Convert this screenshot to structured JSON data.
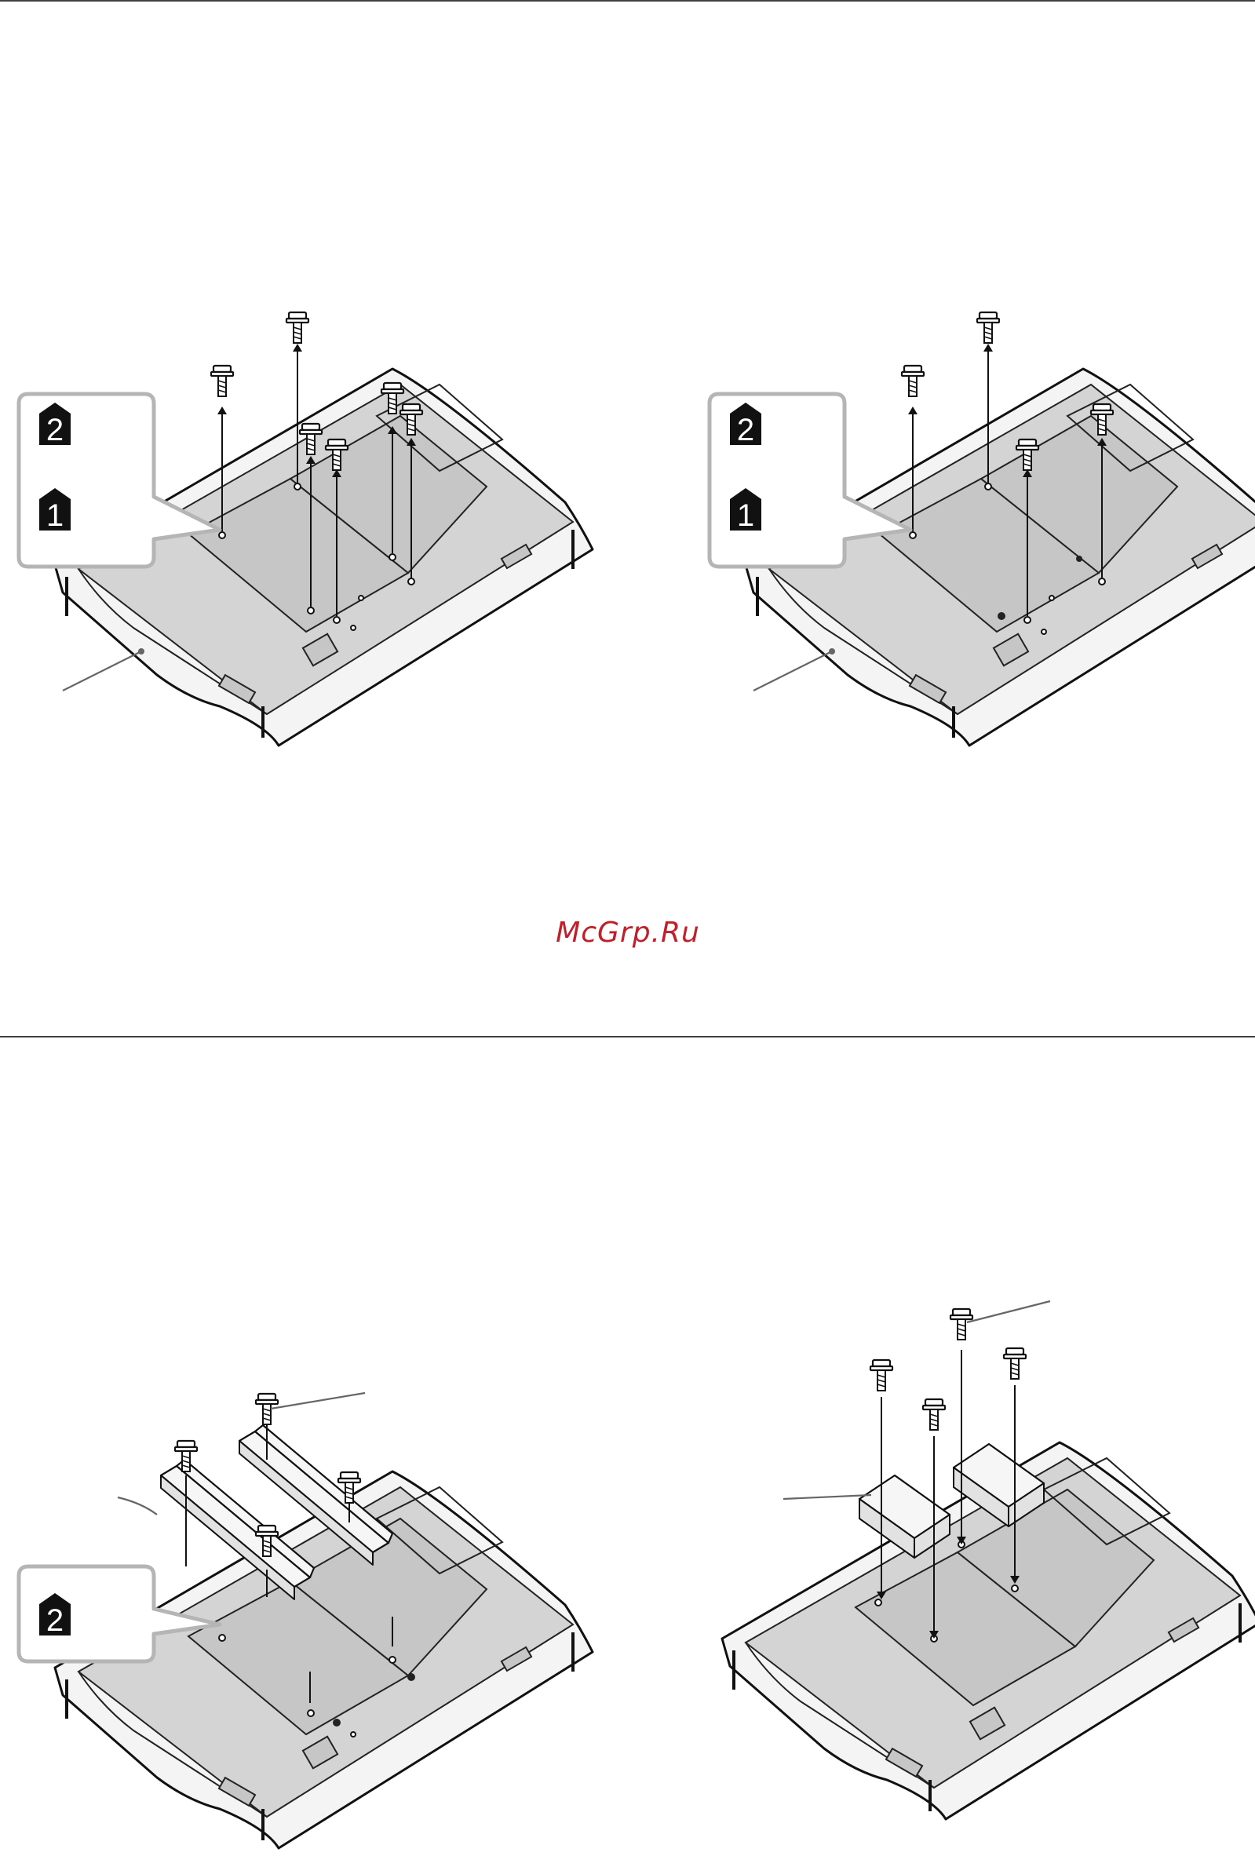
{
  "watermark": {
    "text": "McGrp.Ru",
    "color": "#c0202a"
  },
  "step_badges": {
    "step2": "2",
    "step1": "1"
  },
  "figures": [
    {
      "name": "remove-screws-a",
      "badges": [
        "2",
        "1"
      ]
    },
    {
      "name": "remove-screws-b",
      "badges": [
        "2",
        "1"
      ]
    },
    {
      "name": "attach-rails",
      "badges": [
        "2"
      ]
    },
    {
      "name": "attach-hinge-brackets",
      "badges": []
    }
  ],
  "icons": {
    "screw": "screw-icon",
    "arrow": "arrow-up-icon",
    "badge": "step-badge-icon"
  },
  "colors": {
    "line": "#111111",
    "panel": "#c6c6c6",
    "callout_border": "#b5b5b5",
    "badge": "#111111"
  }
}
